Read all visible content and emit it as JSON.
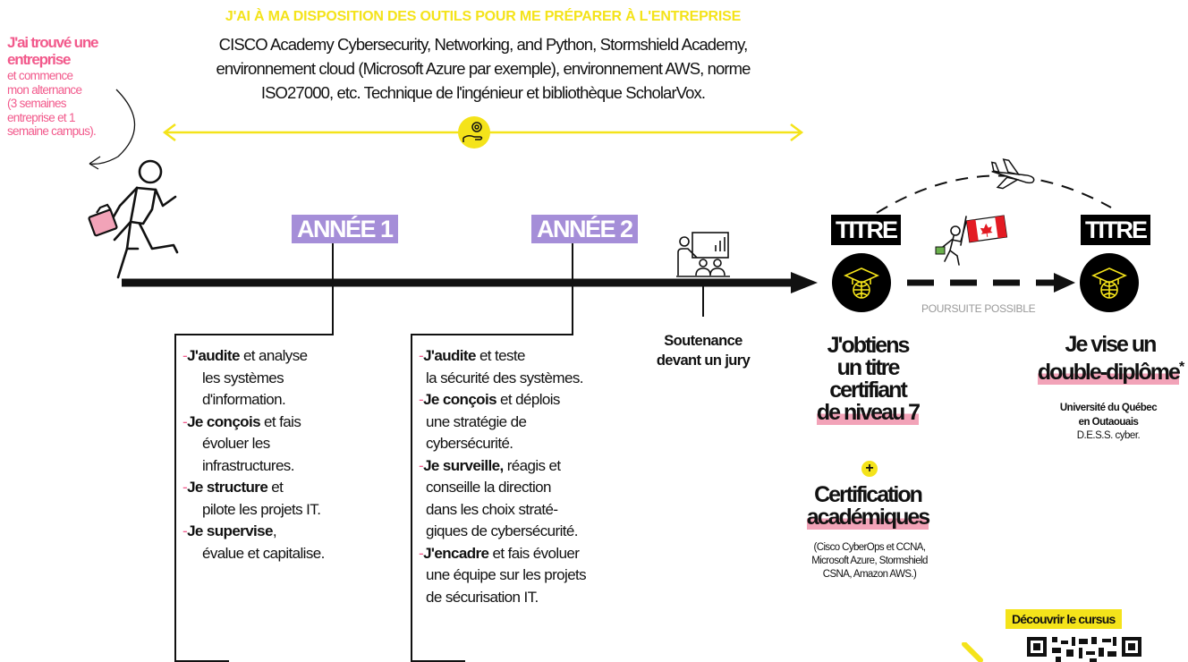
{
  "header": {
    "title": "J'AI À MA DISPOSITION DES OUTILS POUR ME PRÉPARER À L'ENTREPRISE",
    "line1": "CISCO Academy Cybersecurity, Networking, and Python, Stormshield Academy,",
    "line2": "environnement cloud (Microsoft Azure par exemple), environnement AWS, norme",
    "line3": "ISO27000, etc. Technique de l'ingénieur et bibliothèque ScholarVox."
  },
  "left_note": {
    "title_line1": "J'ai trouvé une",
    "title_line2": "entreprise",
    "body": [
      "et commence",
      "mon alternance",
      "(3 semaines",
      "entreprise et 1",
      "semaine campus)."
    ]
  },
  "years": {
    "year1": "ANNÉE 1",
    "year2": "ANNÉE 2"
  },
  "year1_tasks": [
    {
      "bold": "J'audite",
      "rest": " et analyse",
      "lines": [
        "les systèmes",
        "d'information."
      ]
    },
    {
      "bold": "Je conçois",
      "rest": " et fais",
      "lines": [
        "évoluer les",
        "infrastructures."
      ]
    },
    {
      "bold": "Je structure",
      "rest": " et",
      "lines": [
        "pilote les projets IT."
      ]
    },
    {
      "bold": "Je supervise",
      "rest": ",",
      "lines": [
        "évalue et capitalise."
      ]
    }
  ],
  "year2_tasks": [
    {
      "bold": "J'audite",
      "rest": " et teste",
      "lines": [
        "la sécurité des systèmes."
      ]
    },
    {
      "bold": "Je conçois",
      "rest": " et déplois",
      "lines": [
        "une stratégie de",
        "cybersécurité."
      ]
    },
    {
      "bold": "Je surveille,",
      "rest": " réagis et",
      "lines": [
        "conseille la direction",
        "dans les choix straté-",
        "giques de cybersécurité."
      ]
    },
    {
      "bold": "J'encadre",
      "rest": " et fais évoluer",
      "lines": [
        "une équipe sur les projets",
        "de sécurisation IT."
      ]
    }
  ],
  "soutenance": {
    "line1": "Soutenance",
    "line2": "devant un jury"
  },
  "titre1": {
    "badge": "TITRE",
    "lines": [
      "J'obtiens",
      "un titre",
      "certifiant",
      "de niveau 7"
    ],
    "plus": "+",
    "cert_line1": "Certification",
    "cert_line2": "académiques",
    "cert_detail": [
      "(Cisco CyberOps et CCNA,",
      "Microsoft Azure, Stormshield",
      "CSNA, Amazon AWS.)"
    ]
  },
  "poursuite": "POURSUITE POSSIBLE",
  "titre2": {
    "badge": "TITRE",
    "line1": "Je vise un",
    "line2": "double-diplôme",
    "star": "*",
    "uni_line1": "Université du Québec",
    "uni_line2": "en Outaouais",
    "uni_line3": "D.E.S.S. cyber."
  },
  "cta": {
    "label": "Découvrir le cursus"
  },
  "colors": {
    "yellow": "#f4e31a",
    "pink": "#f25a8c",
    "purple": "#a58ed8",
    "highlight": "#f2a3b8"
  }
}
